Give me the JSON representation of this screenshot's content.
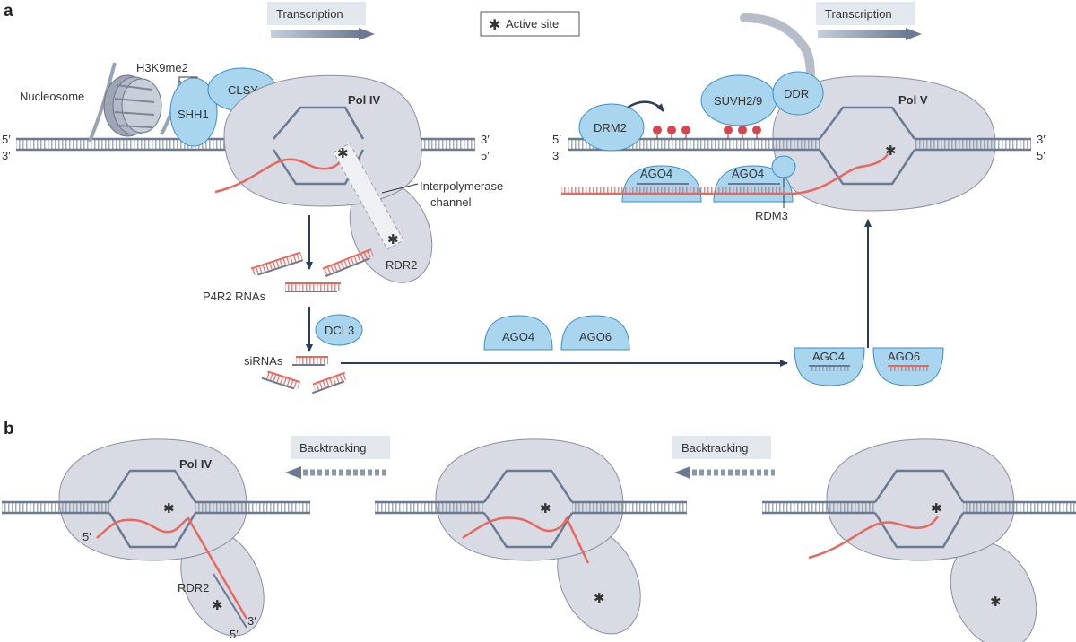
{
  "panels": {
    "a": "a",
    "b": "b"
  },
  "legend": {
    "active_site": "Active site"
  },
  "arrows": {
    "transcription_left": "Transcription",
    "transcription_right": "Transcription",
    "backtracking_1": "Backtracking",
    "backtracking_2": "Backtracking"
  },
  "labels": {
    "h3k9me2": "H3K9me2",
    "nucleosome": "Nucleosome",
    "shh1": "SHH1",
    "clsy": "CLSY",
    "pol_iv": "Pol IV",
    "pol_iv_b": "Pol IV",
    "interpolymerase_line1": "Interpolymerase",
    "interpolymerase_line2": "channel",
    "rdr2": "RDR2",
    "rdr2_b": "RDR2",
    "p4r2": "P4R2 RNAs",
    "dcl3": "DCL3",
    "sirnas": "siRNAs",
    "ago4_free": "AGO4",
    "ago6_free": "AGO6",
    "ago4_loaded": "AGO4",
    "ago6_loaded": "AGO6",
    "drm2": "DRM2",
    "suvh": "SUVH2/9",
    "ddr": "DDR",
    "pol_v": "Pol V",
    "ago4_dna1": "AGO4",
    "ago4_dna2": "AGO4",
    "rdm3": "RDM3"
  },
  "strand_ends": {
    "left_top_5": "5′",
    "left_top_3": "3′",
    "left_bot_3": "3′",
    "left_bot_5": "5′",
    "right_top_5": "5′",
    "right_top_3": "3′",
    "right_bot_3": "3′",
    "right_bot_5": "5′",
    "b_rna_5": "5′",
    "b_rdr_3": "3′",
    "b_rdr_5": "5′"
  },
  "colors": {
    "dna": "#6c7a91",
    "rna": "#e8685e",
    "protein_fill": "#a9d5ef",
    "protein_stroke": "#3b8fc2",
    "polymerase": "#d8dbe4",
    "active_site": "#a31f2a",
    "methyl": "#d9454c",
    "arrow_dark": "#2c3e5c"
  }
}
